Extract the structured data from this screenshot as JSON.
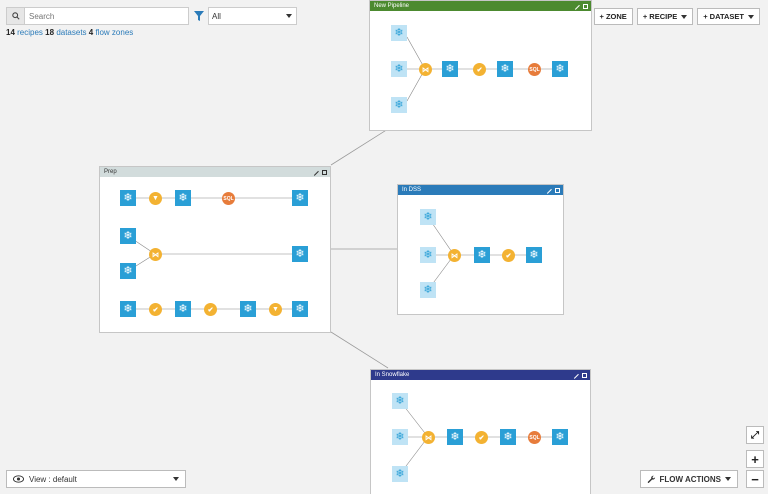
{
  "search": {
    "placeholder": "Search"
  },
  "filter": {
    "selected": "All"
  },
  "counts": {
    "recipes_n": "14",
    "recipes_label": "recipes",
    "datasets_n": "18",
    "datasets_label": "datasets",
    "zones_n": "4",
    "zones_label": "flow zones"
  },
  "toolbar": {
    "zone": "+ ZONE",
    "recipe": "+ RECIPE",
    "dataset": "+ DATASET"
  },
  "zones": {
    "new_pipeline": {
      "title": "New Pipeline",
      "color": "#4c8a2f"
    },
    "prep": {
      "title": "Prep",
      "color": "#d2dcdc"
    },
    "in_dss": {
      "title": "In DSS",
      "color": "#2b7bb9"
    },
    "in_snowflake": {
      "title": "In Snowflake",
      "color": "#2e3a8c"
    }
  },
  "view": {
    "label": "View : default"
  },
  "flow_actions": {
    "label": "FLOW ACTIONS"
  },
  "zoom": {
    "fit": "⤢",
    "in": "+",
    "out": "−"
  },
  "icons": {
    "dataset": "snowflake-dataset-icon",
    "join": "join-recipe-icon",
    "filter": "filter-recipe-icon",
    "sql": "sql-recipe-icon",
    "prepare": "prepare-recipe-icon"
  }
}
